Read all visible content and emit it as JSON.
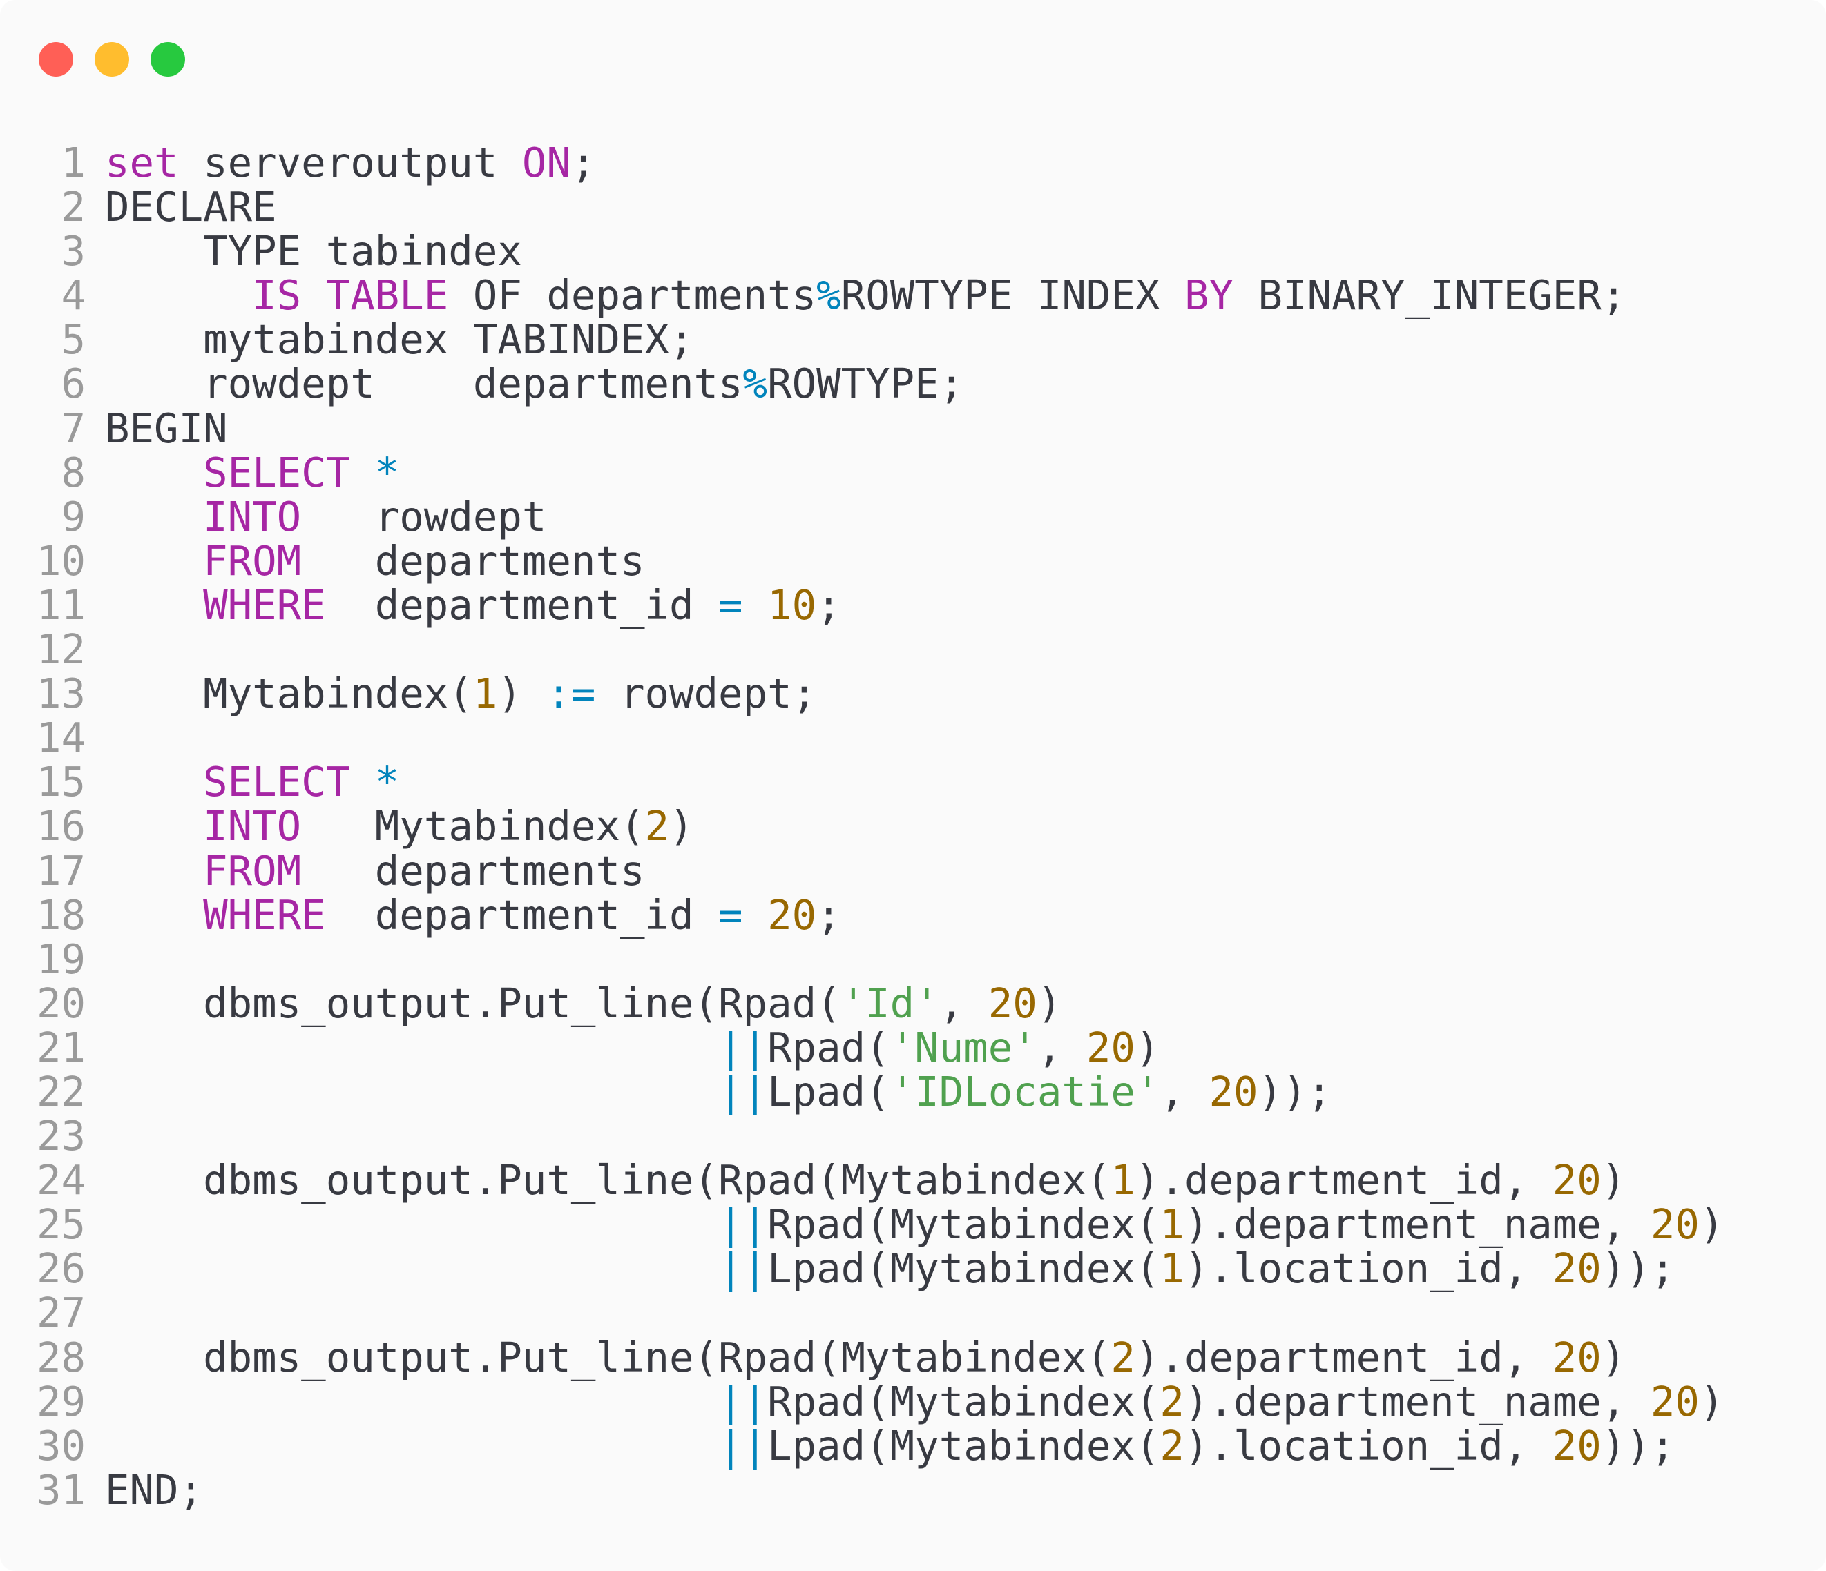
{
  "window": {
    "background": "#fafafa",
    "controls": [
      {
        "name": "close",
        "color": "#ff5f56"
      },
      {
        "name": "minimize",
        "color": "#ffbd2e"
      },
      {
        "name": "zoom",
        "color": "#27c93f"
      }
    ]
  },
  "colors": {
    "keyword": "#a626a4",
    "operator": "#0184bc",
    "number": "#986801",
    "string": "#50a14f",
    "plain": "#383a42",
    "line_number": "#9a9a9a"
  },
  "code": {
    "language": "plsql",
    "lines": [
      {
        "n": "1",
        "tokens": [
          {
            "t": "keyword",
            "v": "set"
          },
          {
            "t": "plain",
            "v": " serveroutput "
          },
          {
            "t": "keyword",
            "v": "ON"
          },
          {
            "t": "plain",
            "v": ";"
          }
        ]
      },
      {
        "n": "2",
        "tokens": [
          {
            "t": "plain",
            "v": "DECLARE"
          }
        ]
      },
      {
        "n": "3",
        "tokens": [
          {
            "t": "plain",
            "v": "    TYPE tabindex"
          }
        ]
      },
      {
        "n": "4",
        "tokens": [
          {
            "t": "plain",
            "v": "      "
          },
          {
            "t": "keyword",
            "v": "IS"
          },
          {
            "t": "plain",
            "v": " "
          },
          {
            "t": "keyword",
            "v": "TABLE"
          },
          {
            "t": "plain",
            "v": " OF departments"
          },
          {
            "t": "operator",
            "v": "%"
          },
          {
            "t": "plain",
            "v": "ROWTYPE INDEX "
          },
          {
            "t": "keyword",
            "v": "BY"
          },
          {
            "t": "plain",
            "v": " BINARY_INTEGER;"
          }
        ]
      },
      {
        "n": "5",
        "tokens": [
          {
            "t": "plain",
            "v": "    mytabindex TABINDEX;"
          }
        ]
      },
      {
        "n": "6",
        "tokens": [
          {
            "t": "plain",
            "v": "    rowdept    departments"
          },
          {
            "t": "operator",
            "v": "%"
          },
          {
            "t": "plain",
            "v": "ROWTYPE;"
          }
        ]
      },
      {
        "n": "7",
        "tokens": [
          {
            "t": "plain",
            "v": "BEGIN"
          }
        ]
      },
      {
        "n": "8",
        "tokens": [
          {
            "t": "plain",
            "v": "    "
          },
          {
            "t": "keyword",
            "v": "SELECT"
          },
          {
            "t": "plain",
            "v": " "
          },
          {
            "t": "operator",
            "v": "*"
          }
        ]
      },
      {
        "n": "9",
        "tokens": [
          {
            "t": "plain",
            "v": "    "
          },
          {
            "t": "keyword",
            "v": "INTO"
          },
          {
            "t": "plain",
            "v": "   rowdept"
          }
        ]
      },
      {
        "n": "10",
        "tokens": [
          {
            "t": "plain",
            "v": "    "
          },
          {
            "t": "keyword",
            "v": "FROM"
          },
          {
            "t": "plain",
            "v": "   departments"
          }
        ]
      },
      {
        "n": "11",
        "tokens": [
          {
            "t": "plain",
            "v": "    "
          },
          {
            "t": "keyword",
            "v": "WHERE"
          },
          {
            "t": "plain",
            "v": "  department_id "
          },
          {
            "t": "operator",
            "v": "="
          },
          {
            "t": "plain",
            "v": " "
          },
          {
            "t": "number",
            "v": "10"
          },
          {
            "t": "plain",
            "v": ";"
          }
        ]
      },
      {
        "n": "12",
        "tokens": []
      },
      {
        "n": "13",
        "tokens": [
          {
            "t": "plain",
            "v": "    Mytabindex("
          },
          {
            "t": "number",
            "v": "1"
          },
          {
            "t": "plain",
            "v": ") "
          },
          {
            "t": "operator",
            "v": ":="
          },
          {
            "t": "plain",
            "v": " rowdept;"
          }
        ]
      },
      {
        "n": "14",
        "tokens": []
      },
      {
        "n": "15",
        "tokens": [
          {
            "t": "plain",
            "v": "    "
          },
          {
            "t": "keyword",
            "v": "SELECT"
          },
          {
            "t": "plain",
            "v": " "
          },
          {
            "t": "operator",
            "v": "*"
          }
        ]
      },
      {
        "n": "16",
        "tokens": [
          {
            "t": "plain",
            "v": "    "
          },
          {
            "t": "keyword",
            "v": "INTO"
          },
          {
            "t": "plain",
            "v": "   Mytabindex("
          },
          {
            "t": "number",
            "v": "2"
          },
          {
            "t": "plain",
            "v": ")"
          }
        ]
      },
      {
        "n": "17",
        "tokens": [
          {
            "t": "plain",
            "v": "    "
          },
          {
            "t": "keyword",
            "v": "FROM"
          },
          {
            "t": "plain",
            "v": "   departments"
          }
        ]
      },
      {
        "n": "18",
        "tokens": [
          {
            "t": "plain",
            "v": "    "
          },
          {
            "t": "keyword",
            "v": "WHERE"
          },
          {
            "t": "plain",
            "v": "  department_id "
          },
          {
            "t": "operator",
            "v": "="
          },
          {
            "t": "plain",
            "v": " "
          },
          {
            "t": "number",
            "v": "20"
          },
          {
            "t": "plain",
            "v": ";"
          }
        ]
      },
      {
        "n": "19",
        "tokens": []
      },
      {
        "n": "20",
        "tokens": [
          {
            "t": "plain",
            "v": "    dbms_output.Put_line(Rpad("
          },
          {
            "t": "string",
            "v": "'Id'"
          },
          {
            "t": "plain",
            "v": ", "
          },
          {
            "t": "number",
            "v": "20"
          },
          {
            "t": "plain",
            "v": ")"
          }
        ]
      },
      {
        "n": "21",
        "tokens": [
          {
            "t": "plain",
            "v": "                         "
          },
          {
            "t": "operator",
            "v": "||"
          },
          {
            "t": "plain",
            "v": "Rpad("
          },
          {
            "t": "string",
            "v": "'Nume'"
          },
          {
            "t": "plain",
            "v": ", "
          },
          {
            "t": "number",
            "v": "20"
          },
          {
            "t": "plain",
            "v": ")"
          }
        ]
      },
      {
        "n": "22",
        "tokens": [
          {
            "t": "plain",
            "v": "                         "
          },
          {
            "t": "operator",
            "v": "||"
          },
          {
            "t": "plain",
            "v": "Lpad("
          },
          {
            "t": "string",
            "v": "'IDLocatie'"
          },
          {
            "t": "plain",
            "v": ", "
          },
          {
            "t": "number",
            "v": "20"
          },
          {
            "t": "plain",
            "v": "));"
          }
        ]
      },
      {
        "n": "23",
        "tokens": []
      },
      {
        "n": "24",
        "tokens": [
          {
            "t": "plain",
            "v": "    dbms_output.Put_line(Rpad(Mytabindex("
          },
          {
            "t": "number",
            "v": "1"
          },
          {
            "t": "plain",
            "v": ").department_id, "
          },
          {
            "t": "number",
            "v": "20"
          },
          {
            "t": "plain",
            "v": ")"
          }
        ]
      },
      {
        "n": "25",
        "tokens": [
          {
            "t": "plain",
            "v": "                         "
          },
          {
            "t": "operator",
            "v": "||"
          },
          {
            "t": "plain",
            "v": "Rpad(Mytabindex("
          },
          {
            "t": "number",
            "v": "1"
          },
          {
            "t": "plain",
            "v": ").department_name, "
          },
          {
            "t": "number",
            "v": "20"
          },
          {
            "t": "plain",
            "v": ")"
          }
        ]
      },
      {
        "n": "26",
        "tokens": [
          {
            "t": "plain",
            "v": "                         "
          },
          {
            "t": "operator",
            "v": "||"
          },
          {
            "t": "plain",
            "v": "Lpad(Mytabindex("
          },
          {
            "t": "number",
            "v": "1"
          },
          {
            "t": "plain",
            "v": ").location_id, "
          },
          {
            "t": "number",
            "v": "20"
          },
          {
            "t": "plain",
            "v": "));"
          }
        ]
      },
      {
        "n": "27",
        "tokens": []
      },
      {
        "n": "28",
        "tokens": [
          {
            "t": "plain",
            "v": "    dbms_output.Put_line(Rpad(Mytabindex("
          },
          {
            "t": "number",
            "v": "2"
          },
          {
            "t": "plain",
            "v": ").department_id, "
          },
          {
            "t": "number",
            "v": "20"
          },
          {
            "t": "plain",
            "v": ")"
          }
        ]
      },
      {
        "n": "29",
        "tokens": [
          {
            "t": "plain",
            "v": "                         "
          },
          {
            "t": "operator",
            "v": "||"
          },
          {
            "t": "plain",
            "v": "Rpad(Mytabindex("
          },
          {
            "t": "number",
            "v": "2"
          },
          {
            "t": "plain",
            "v": ").department_name, "
          },
          {
            "t": "number",
            "v": "20"
          },
          {
            "t": "plain",
            "v": ")"
          }
        ]
      },
      {
        "n": "30",
        "tokens": [
          {
            "t": "plain",
            "v": "                         "
          },
          {
            "t": "operator",
            "v": "||"
          },
          {
            "t": "plain",
            "v": "Lpad(Mytabindex("
          },
          {
            "t": "number",
            "v": "2"
          },
          {
            "t": "plain",
            "v": ").location_id, "
          },
          {
            "t": "number",
            "v": "20"
          },
          {
            "t": "plain",
            "v": "));"
          }
        ]
      },
      {
        "n": "31",
        "tokens": [
          {
            "t": "plain",
            "v": "END;"
          }
        ]
      }
    ]
  }
}
